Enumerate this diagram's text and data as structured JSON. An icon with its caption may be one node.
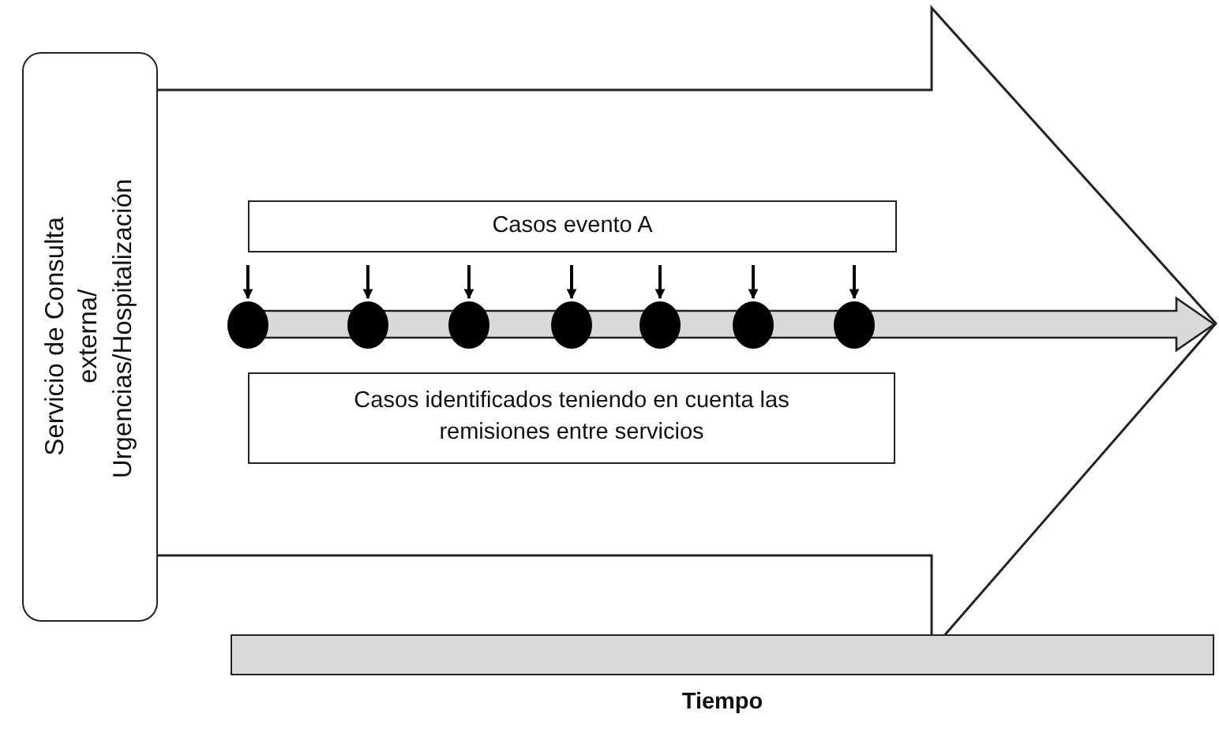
{
  "diagram": {
    "nodes": [
      {
        "text": [
          "Servicio de Consulta externa/ Urgencias/Hospitalización"
        ]
      },
      {
        "text": [
          "Casos evento A"
        ]
      },
      {
        "text": [
          "Casos identificados teniendo en cuenta las remisiones entre servicios"
        ]
      },
      {
        "text": [],
        "shape": "circle"
      },
      {
        "text": [],
        "shape": "circle"
      },
      {
        "text": [],
        "shape": "circle"
      },
      {
        "text": [],
        "shape": "circle"
      },
      {
        "text": [],
        "shape": "circle"
      },
      {
        "text": [],
        "shape": "circle"
      },
      {
        "text": [],
        "shape": "circle"
      },
      {
        "text": [],
        "shape": "bar",
        "beside": [
          "Tiempo"
        ]
      }
    ],
    "edges": [
      {
        "from": 1,
        "to": 3,
        "arrow": "to"
      },
      {
        "from": 1,
        "to": 4,
        "arrow": "to"
      },
      {
        "from": 1,
        "to": 5,
        "arrow": "to"
      },
      {
        "from": 1,
        "to": 6,
        "arrow": "to"
      },
      {
        "from": 1,
        "to": 7,
        "arrow": "to"
      },
      {
        "from": 1,
        "to": 8,
        "arrow": "to"
      },
      {
        "from": 1,
        "to": 9,
        "arrow": "to"
      }
    ]
  }
}
